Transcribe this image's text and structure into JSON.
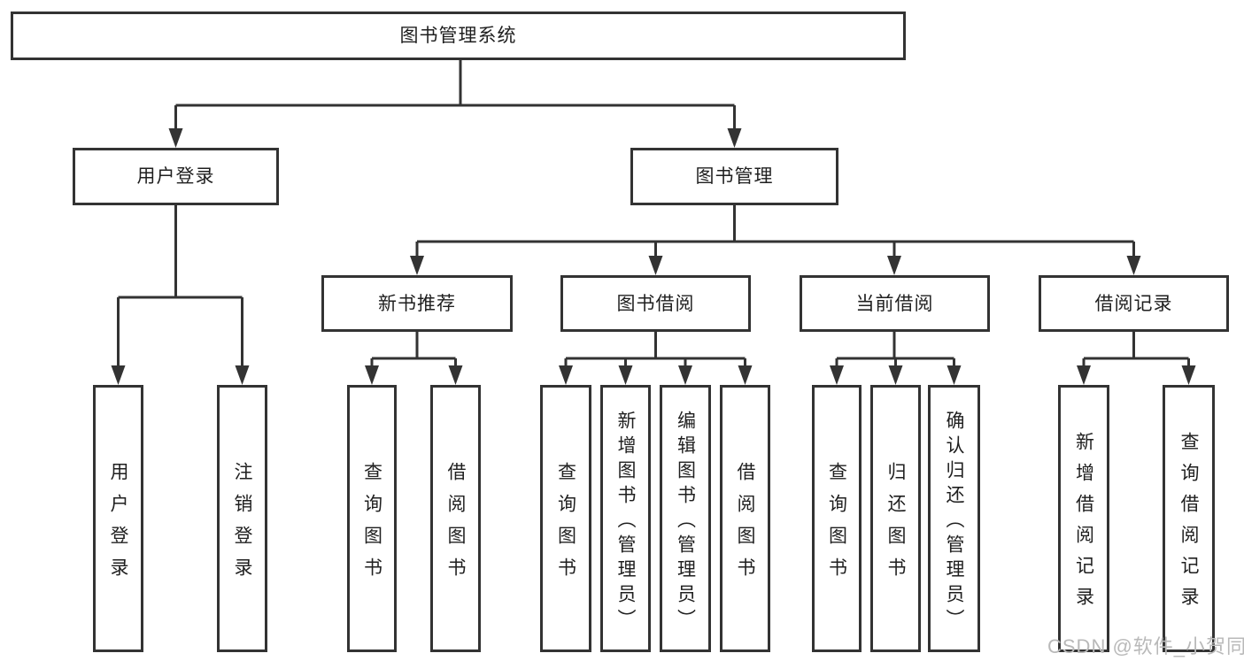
{
  "tree": {
    "label": "图书管理系统",
    "children": [
      {
        "label": "用户登录",
        "children": [
          {
            "label": "用户登录"
          },
          {
            "label": "注销登录"
          }
        ]
      },
      {
        "label": "图书管理",
        "children": [
          {
            "label": "新书推荐",
            "children": [
              {
                "label": "查询图书"
              },
              {
                "label": "借阅图书"
              }
            ]
          },
          {
            "label": "图书借阅",
            "children": [
              {
                "label": "查询图书"
              },
              {
                "label": "新增图书（管理员）"
              },
              {
                "label": "编辑图书（管理员）"
              },
              {
                "label": "借阅图书"
              }
            ]
          },
          {
            "label": "当前借阅",
            "children": [
              {
                "label": "查询图书"
              },
              {
                "label": "归还图书"
              },
              {
                "label": "确认归还（管理员）"
              }
            ]
          },
          {
            "label": "借阅记录",
            "children": [
              {
                "label": "新增借阅记录"
              },
              {
                "label": "查询借阅记录"
              }
            ]
          }
        ]
      }
    ]
  },
  "watermark": {
    "text": "CSDN @软件_小贺同学"
  },
  "colors": {
    "line": "#333333",
    "box_border": "#333333",
    "text": "#1f1f1f",
    "watermark": "#b9b9b9"
  }
}
